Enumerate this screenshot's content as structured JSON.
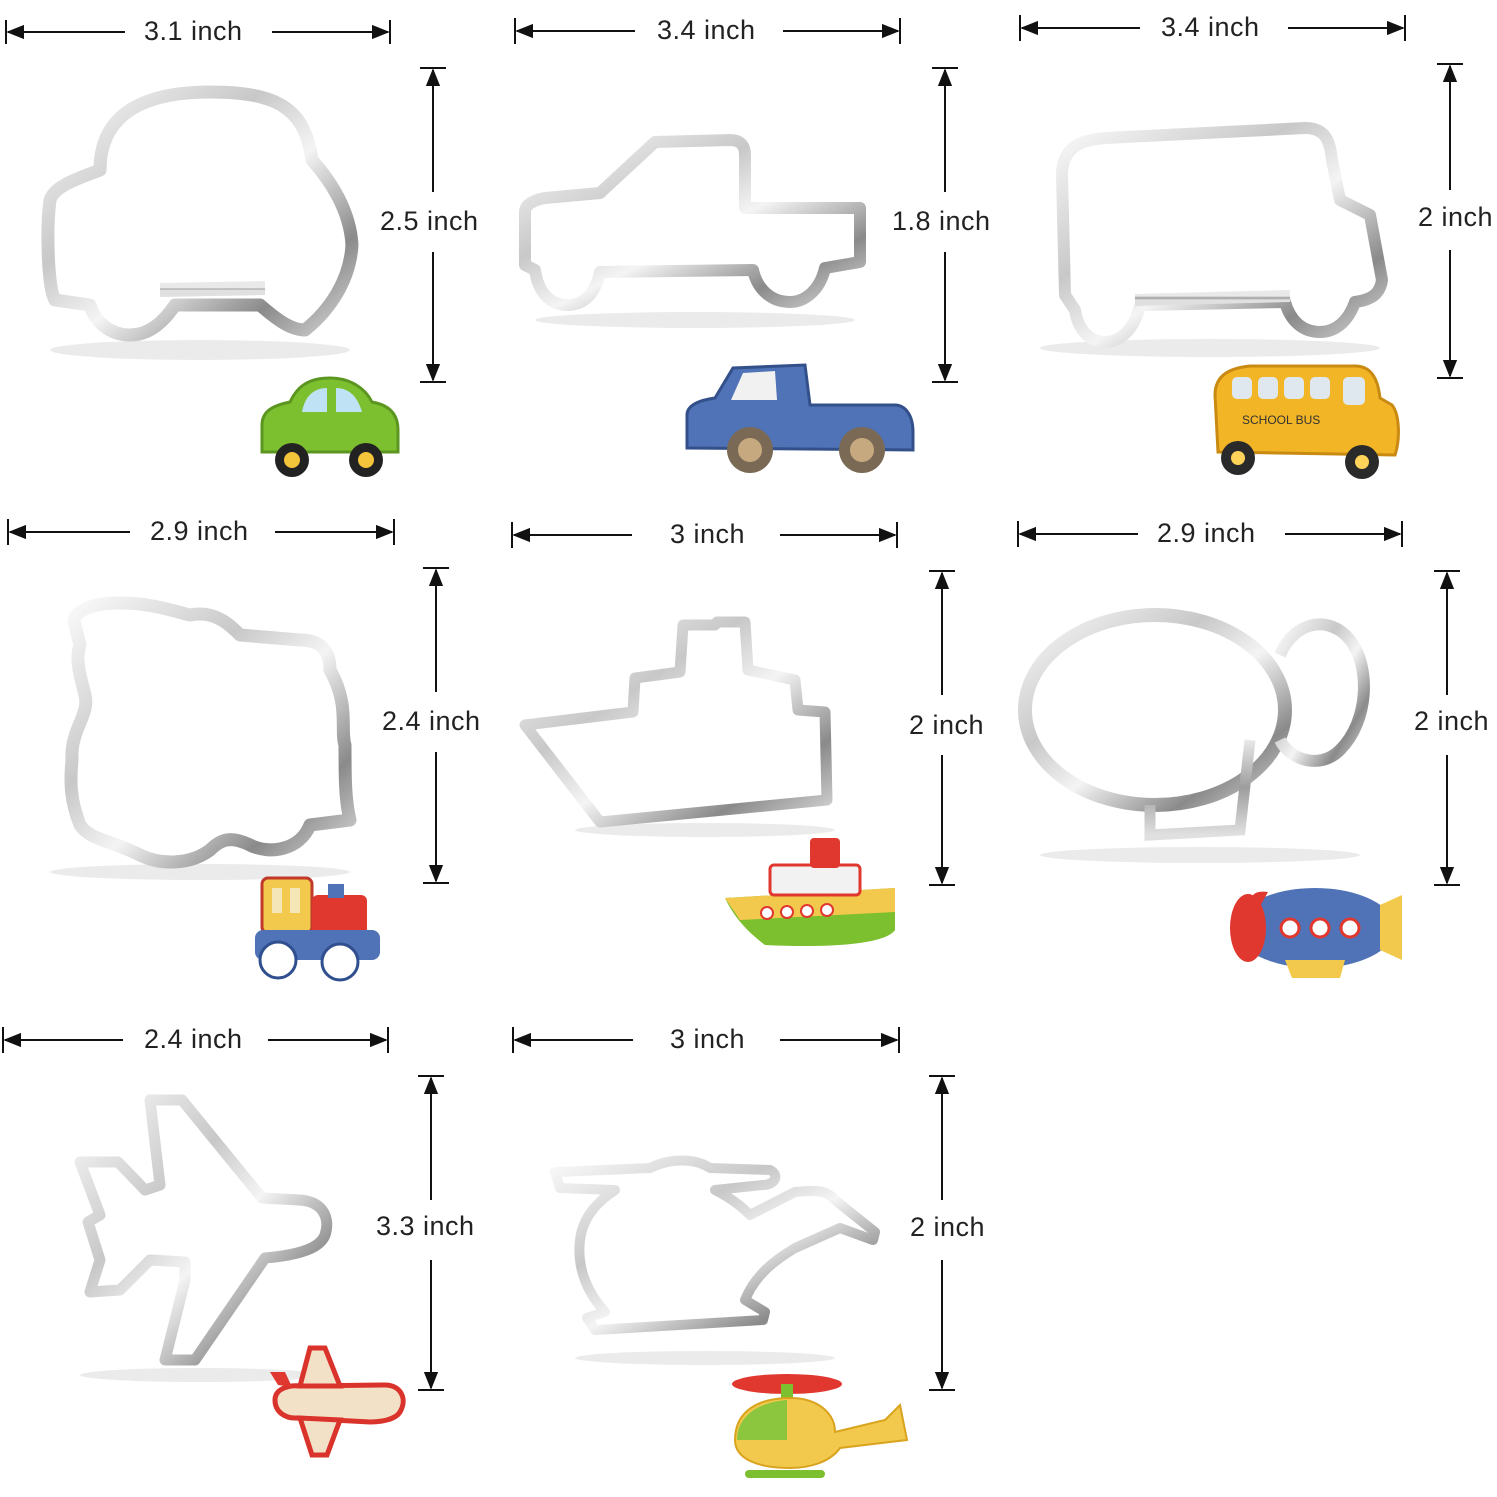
{
  "items": [
    {
      "shape": "car",
      "width_label": "3.1 inch",
      "height_label": "2.5 inch",
      "cookie_icon": "green-car-cookie-icon"
    },
    {
      "shape": "pickup",
      "width_label": "3.4 inch",
      "height_label": "1.8 inch",
      "cookie_icon": "blue-pickup-truck-cookie-icon"
    },
    {
      "shape": "bus",
      "width_label": "3.4 inch",
      "height_label": "2 inch",
      "cookie_icon": "yellow-school-bus-cookie-icon"
    },
    {
      "shape": "train",
      "width_label": "2.9 inch",
      "height_label": "2.4 inch",
      "cookie_icon": "train-cookie-icon"
    },
    {
      "shape": "ship",
      "width_label": "3 inch",
      "height_label": "2 inch",
      "cookie_icon": "ship-cookie-icon"
    },
    {
      "shape": "blimp",
      "width_label": "2.9 inch",
      "height_label": "2 inch",
      "cookie_icon": "blimp-cookie-icon"
    },
    {
      "shape": "airplane",
      "width_label": "2.4 inch",
      "height_label": "3.3 inch",
      "cookie_icon": "airplane-cookie-icon"
    },
    {
      "shape": "helicopter",
      "width_label": "3 inch",
      "height_label": "2 inch",
      "cookie_icon": "helicopter-cookie-icon"
    }
  ],
  "colors": {
    "dimension_line": "#111111",
    "steel_light": "#f2f2f2",
    "steel_mid": "#b9b9b9",
    "steel_dark": "#6d6d6d",
    "cookie_green": "#7cbf2f",
    "cookie_blue": "#4f73b6",
    "cookie_yellow": "#f2b526",
    "cookie_red": "#e0372f"
  },
  "school_bus_text": "SCHOOL BUS"
}
